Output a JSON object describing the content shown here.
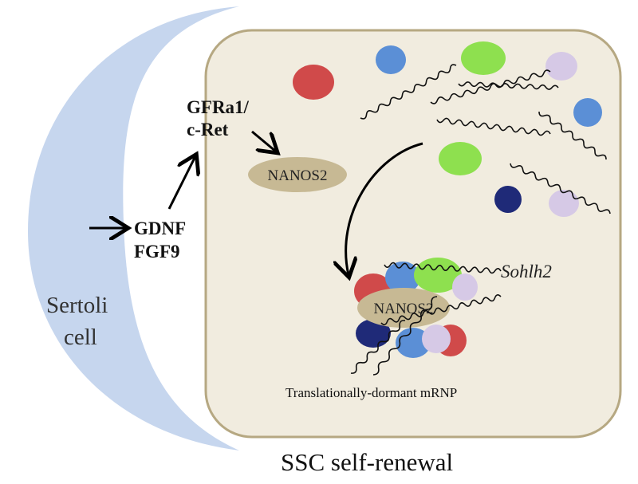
{
  "sertoli": {
    "label_line1": "Sertoli",
    "label_line2": "cell",
    "color": "#c6d6ee"
  },
  "signals": {
    "line1": "GDNF",
    "line2": "FGF9"
  },
  "receptor": {
    "line1": "GFRa1/",
    "line2": "c-Ret"
  },
  "nanos_free": {
    "label": "NANOS2"
  },
  "nanos_bound": {
    "label": "NANOS2"
  },
  "gene_label": "Sohlh2",
  "complex_label": "Translationally-dormant mRNP",
  "title": "SSC self-renewal",
  "colors": {
    "cell_fill": "#f1ecdf",
    "cell_border": "#b6a882",
    "nanos_fill": "#c7b994",
    "red": "#d04a4a",
    "blue": "#5b8fd6",
    "green": "#8ee04f",
    "lavender": "#d6c9e6",
    "navy": "#1f2a78"
  }
}
